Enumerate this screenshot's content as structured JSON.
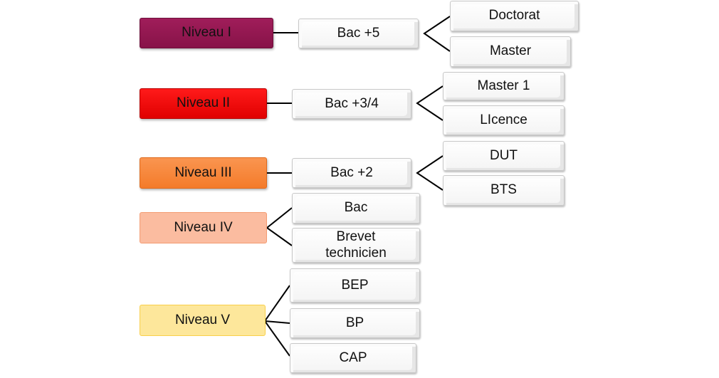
{
  "levels": [
    {
      "label": "Niveau I",
      "color": "#941651",
      "diploma": "Bac +5",
      "children": [
        "Doctorat",
        "Master"
      ]
    },
    {
      "label": "Niveau II",
      "color": "#f00000",
      "diploma": "Bac +3/4",
      "children": [
        "Master 1",
        "LIcence"
      ]
    },
    {
      "label": "Niveau III",
      "color": "#f7883a",
      "diploma": "Bac +2",
      "children": [
        "DUT",
        "BTS"
      ]
    },
    {
      "label": "Niveau IV",
      "color": "#fbbca0",
      "children": [
        "Bac",
        "Brevet technicien"
      ]
    },
    {
      "label": "Niveau V",
      "color": "#fde79b",
      "children": [
        "BEP",
        "BP",
        "CAP"
      ]
    }
  ]
}
